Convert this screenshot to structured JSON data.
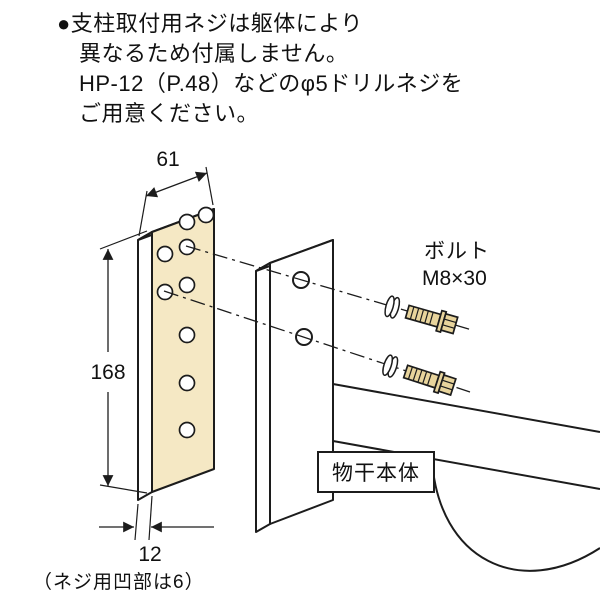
{
  "note": {
    "line1": "●支柱取付用ネジは躯体により",
    "line2": "異なるため付属しません。",
    "line3": "HP-12（P.48）などのφ5ドリルネジを",
    "line4": "ご用意ください。"
  },
  "diagram": {
    "dim_width": "61",
    "dim_height": "168",
    "dim_thickness": "12",
    "thickness_note": "（ネジ用凹部は6）",
    "bolt_label_line1": "ボルト",
    "bolt_label_line2": "M8×30",
    "body_label": "物干本体"
  },
  "colors": {
    "plate_face": "#f5e8c4",
    "bolt_fill": "#e8d49c",
    "background": "#ffffff"
  }
}
